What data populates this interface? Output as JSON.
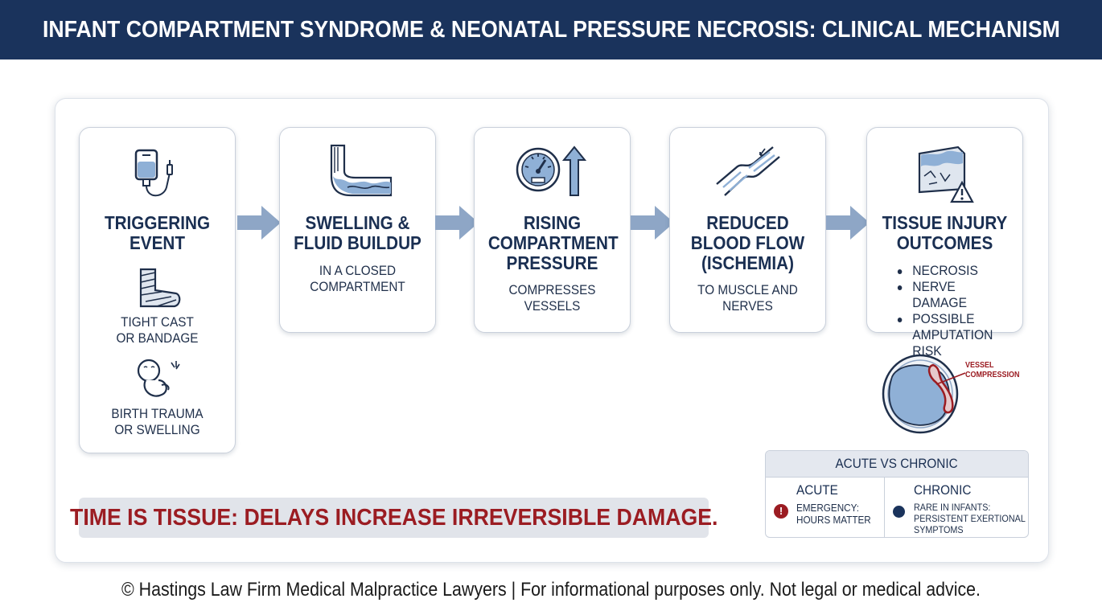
{
  "header": {
    "title": "INFANT COMPARTMENT SYNDROME & NEONATAL PRESSURE NECROSIS: CLINICAL MECHANISM"
  },
  "steps": [
    {
      "title_lines": [
        "TRIGGERING",
        "EVENT"
      ],
      "causes": [
        {
          "icon": "iv-bag-icon",
          "label_lines": []
        },
        {
          "icon": "cast-bandage-icon",
          "label_lines": [
            "TIGHT CAST",
            "OR BANDAGE"
          ]
        },
        {
          "icon": "infant-icon",
          "label_lines": [
            "BIRTH TRAUMA",
            "OR SWELLING"
          ]
        }
      ]
    },
    {
      "icon": "swollen-limb-icon",
      "title_lines": [
        "SWELLING &",
        "FLUID BUILDUP"
      ],
      "sub_lines": [
        "IN A CLOSED",
        "COMPARTMENT"
      ]
    },
    {
      "icon": "pressure-gauge-icon",
      "title_lines": [
        "RISING",
        "COMPARTMENT",
        "PRESSURE"
      ],
      "sub_lines": [
        "COMPRESSES",
        "VESSELS"
      ]
    },
    {
      "icon": "narrowed-vessel-icon",
      "title_lines": [
        "REDUCED",
        "BLOOD FLOW",
        "(ISCHEMIA)"
      ],
      "sub_lines": [
        "TO MUSCLE AND",
        "NERVES"
      ]
    },
    {
      "icon": "tissue-warning-icon",
      "title_lines": [
        "TISSUE INJURY",
        "OUTCOMES"
      ],
      "bullets": [
        "NECROSIS",
        "NERVE DAMAGE",
        "POSSIBLE AMPUTATION RISK"
      ]
    }
  ],
  "diagram": {
    "label_lines": [
      "VESSEL",
      "COMPRESSION"
    ]
  },
  "banner": {
    "text": "TIME IS TISSUE: DELAYS INCREASE IRREVERSIBLE DAMAGE."
  },
  "comparison": {
    "title": "ACUTE VS CHRONIC",
    "acute": {
      "title": "ACUTE",
      "desc_lines": [
        "EMERGENCY:",
        "HOURS MATTER"
      ],
      "icon_glyph": "!"
    },
    "chronic": {
      "title": "CHRONIC",
      "desc_lines": [
        "RARE IN INFANTS:",
        "PERSISTENT EXERTIONAL",
        "SYMPTOMS"
      ]
    }
  },
  "footer": {
    "text": "© Hastings Law Firm Medical Malpractice Lawyers | For informational purposes only. Not legal or medical advice."
  },
  "colors": {
    "navy": "#1a335c",
    "red": "#9b1c22",
    "arrow": "#8ea6c6",
    "icon_fill": "#8fb0d6"
  }
}
